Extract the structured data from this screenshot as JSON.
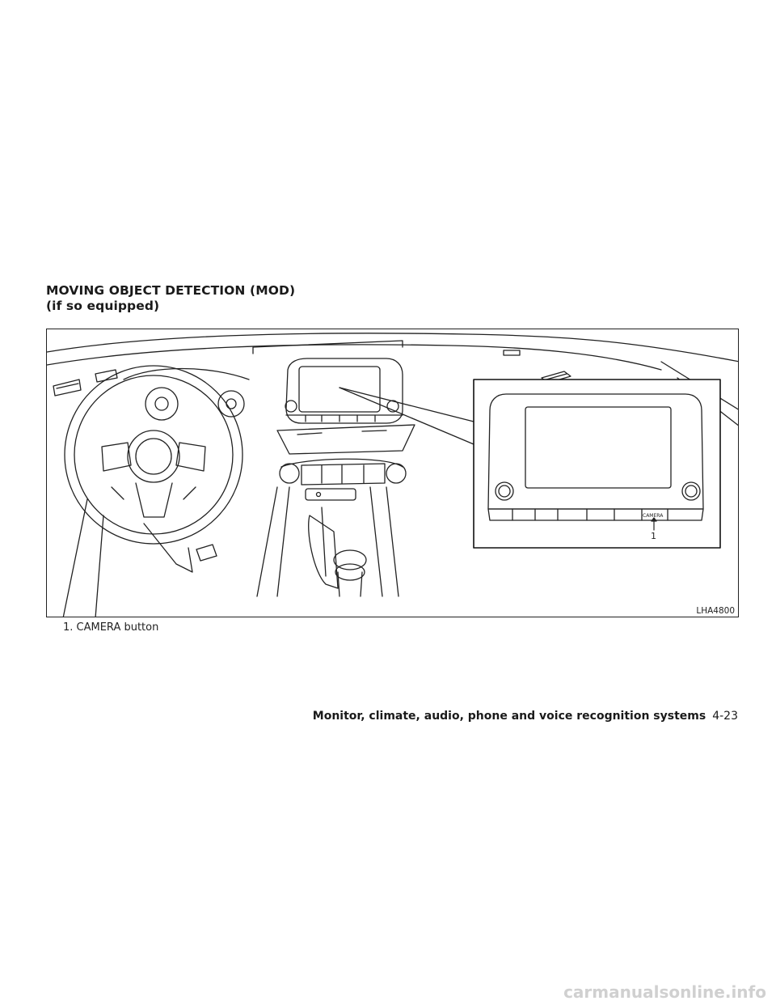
{
  "heading": {
    "line1": "MOVING OBJECT DETECTION (MOD)",
    "line2": "(if so equipped)"
  },
  "figure": {
    "code": "LHA4800",
    "callout_number": "1",
    "button_label": "CAMERA"
  },
  "caption": "1.  CAMERA button",
  "footer": {
    "section_title": "Monitor, climate, audio, phone and voice recognition systems",
    "page_number": "4-23"
  },
  "watermark": "carmanualsonline.info"
}
